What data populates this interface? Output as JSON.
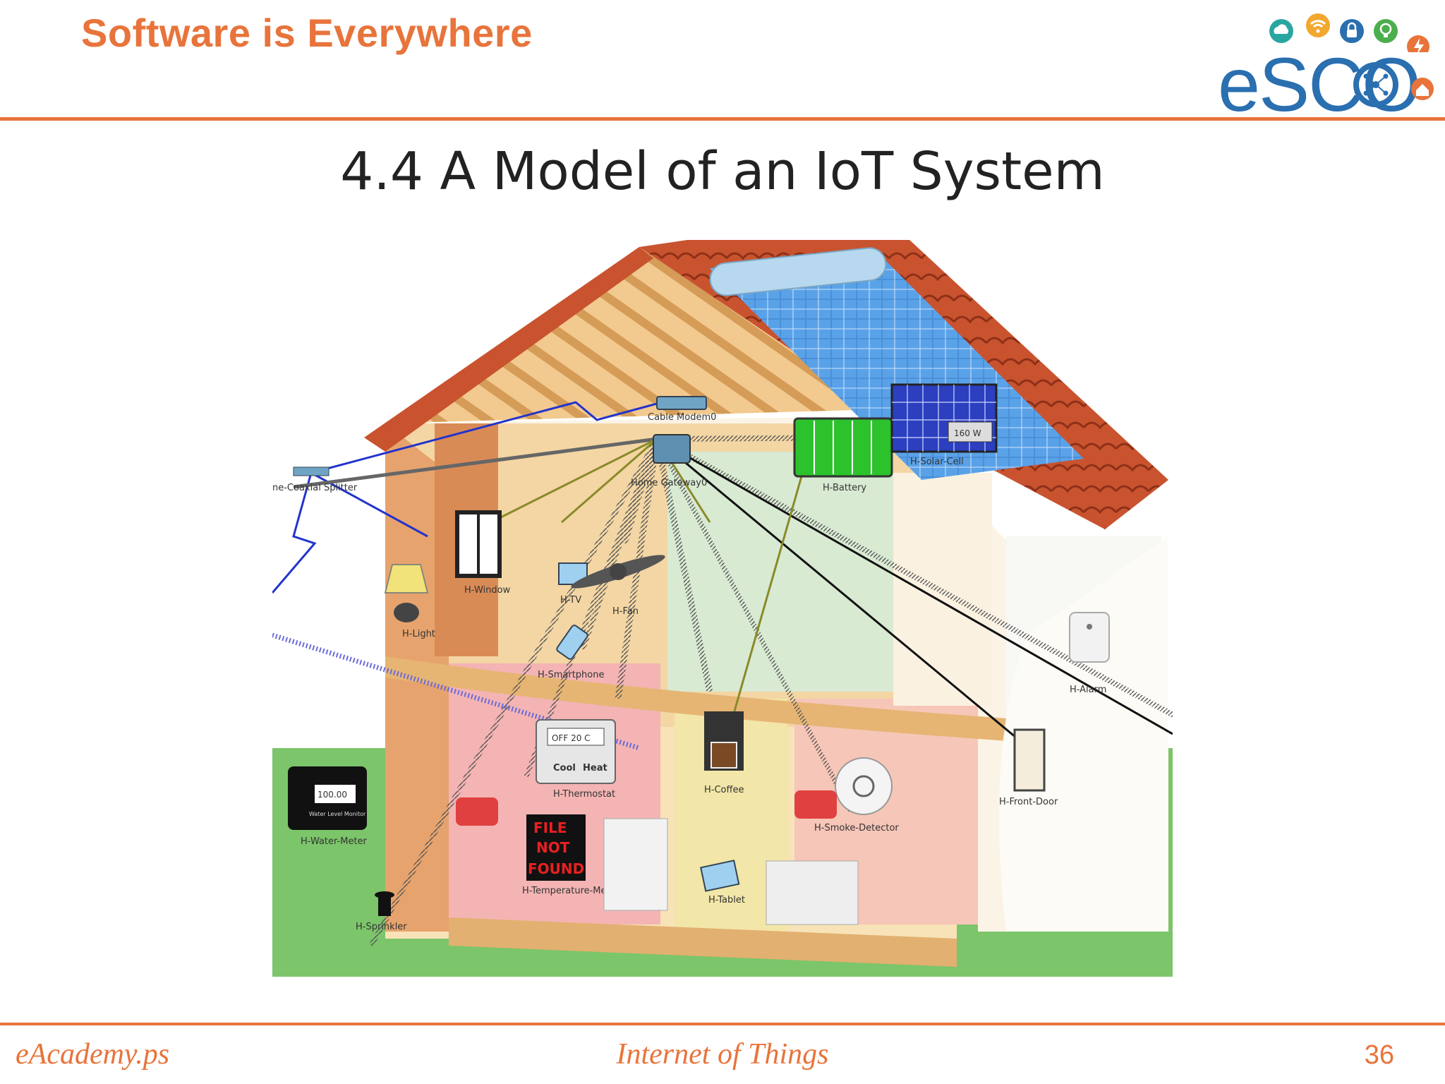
{
  "header": {
    "title": "Software is Everywhere"
  },
  "logo": {
    "text": "eSCO",
    "icons": [
      "cloud-icon",
      "wifi-icon",
      "lock-icon",
      "lightbulb-icon",
      "bolt-icon",
      "home-icon",
      "network-icon"
    ]
  },
  "slide": {
    "title": "4.4 A Model of an IoT System"
  },
  "diagram": {
    "labels": {
      "cable_modem": "Cable Modem0",
      "home_gateway": "Home Gateway0",
      "splitter": "ne-Coaxial Splitter",
      "battery": "H-Battery",
      "solar_cell": "H-Solar-Cell",
      "solar_readout": "160 W",
      "window": "H-Window",
      "tv": "H-TV",
      "fan": "H-Fan",
      "light": "H-Light",
      "smartphone": "H-Smartphone",
      "alarm": "H-Alarm",
      "thermostat": "H-Thermostat",
      "thermostat_display": "OFF  20 C",
      "thermostat_cool": "Cool",
      "thermostat_heat": "Heat",
      "coffee": "H-Coffee",
      "front_door": "H-Front-Door",
      "smoke_detector": "H-Smoke-Detector",
      "water_meter": "H-Water-Meter",
      "water_reading": "100.00",
      "water_caption": "Water Level Monitor",
      "sprinkler": "H-Sprinkler",
      "temperature_meter": "H-Temperature-Meter",
      "temp_l1": "FILE",
      "temp_l2": "NOT",
      "temp_l3": "FOUND",
      "tablet": "H-Tablet"
    }
  },
  "footer": {
    "left": "eAcademy.ps",
    "center": "Internet of Things",
    "page": "36"
  },
  "colors": {
    "accent": "#e8743b",
    "logo_blue": "#2a6fb0",
    "roof": "#c9532f",
    "grass": "#7cc56a"
  }
}
